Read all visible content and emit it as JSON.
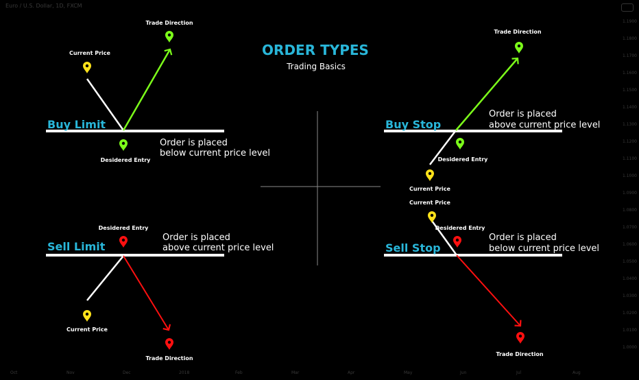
{
  "header": {
    "title": "ORDER TYPES",
    "subtitle": "Trading Basics",
    "symbol_line": "Euro / U.S. Dollar, 1D, FXCM"
  },
  "colors": {
    "cyan": "#29b6d9",
    "green": "#7cfc1a",
    "yellow": "#ffe21a",
    "red": "#ff1010",
    "white": "#ffffff"
  },
  "diagrams": {
    "buy_limit": {
      "label": "Buy Limit",
      "note_line1": "Order is placed",
      "note_line2": "below current price level",
      "current_price": "Current Price",
      "entry": "Desidered Entry",
      "direction": "Trade Direction"
    },
    "buy_stop": {
      "label": "Buy Stop",
      "note_line1": "Order is placed",
      "note_line2": "above current price level",
      "current_price": "Current Price",
      "entry": "Desidered Entry",
      "direction": "Trade Direction"
    },
    "sell_limit": {
      "label": "Sell Limit",
      "note_line1": "Order is placed",
      "note_line2": "above current price level",
      "current_price": "Current Price",
      "entry": "Desidered Entry",
      "direction": "Trade Direction"
    },
    "sell_stop": {
      "label": "Sell Stop",
      "note_line1": "Order is placed",
      "note_line2": "below current price level",
      "current_price": "Current Price",
      "entry": "Desidered Entry",
      "direction": "Trade Direction"
    }
  },
  "axis": {
    "price_ticks": [
      "1.1900",
      "1.1800",
      "1.1700",
      "1.1600",
      "1.1500",
      "1.1400",
      "1.1300",
      "1.1200",
      "1.1100",
      "1.1000",
      "1.0900",
      "1.0800",
      "1.0700",
      "1.0600",
      "1.0500",
      "1.0400",
      "1.0300",
      "1.0200",
      "1.0100",
      "1.0000"
    ],
    "time_ticks": [
      "Oct",
      "Nov",
      "Dec",
      "2018",
      "Feb",
      "Mar",
      "Apr",
      "May",
      "Jun",
      "Jul",
      "Aug"
    ]
  }
}
